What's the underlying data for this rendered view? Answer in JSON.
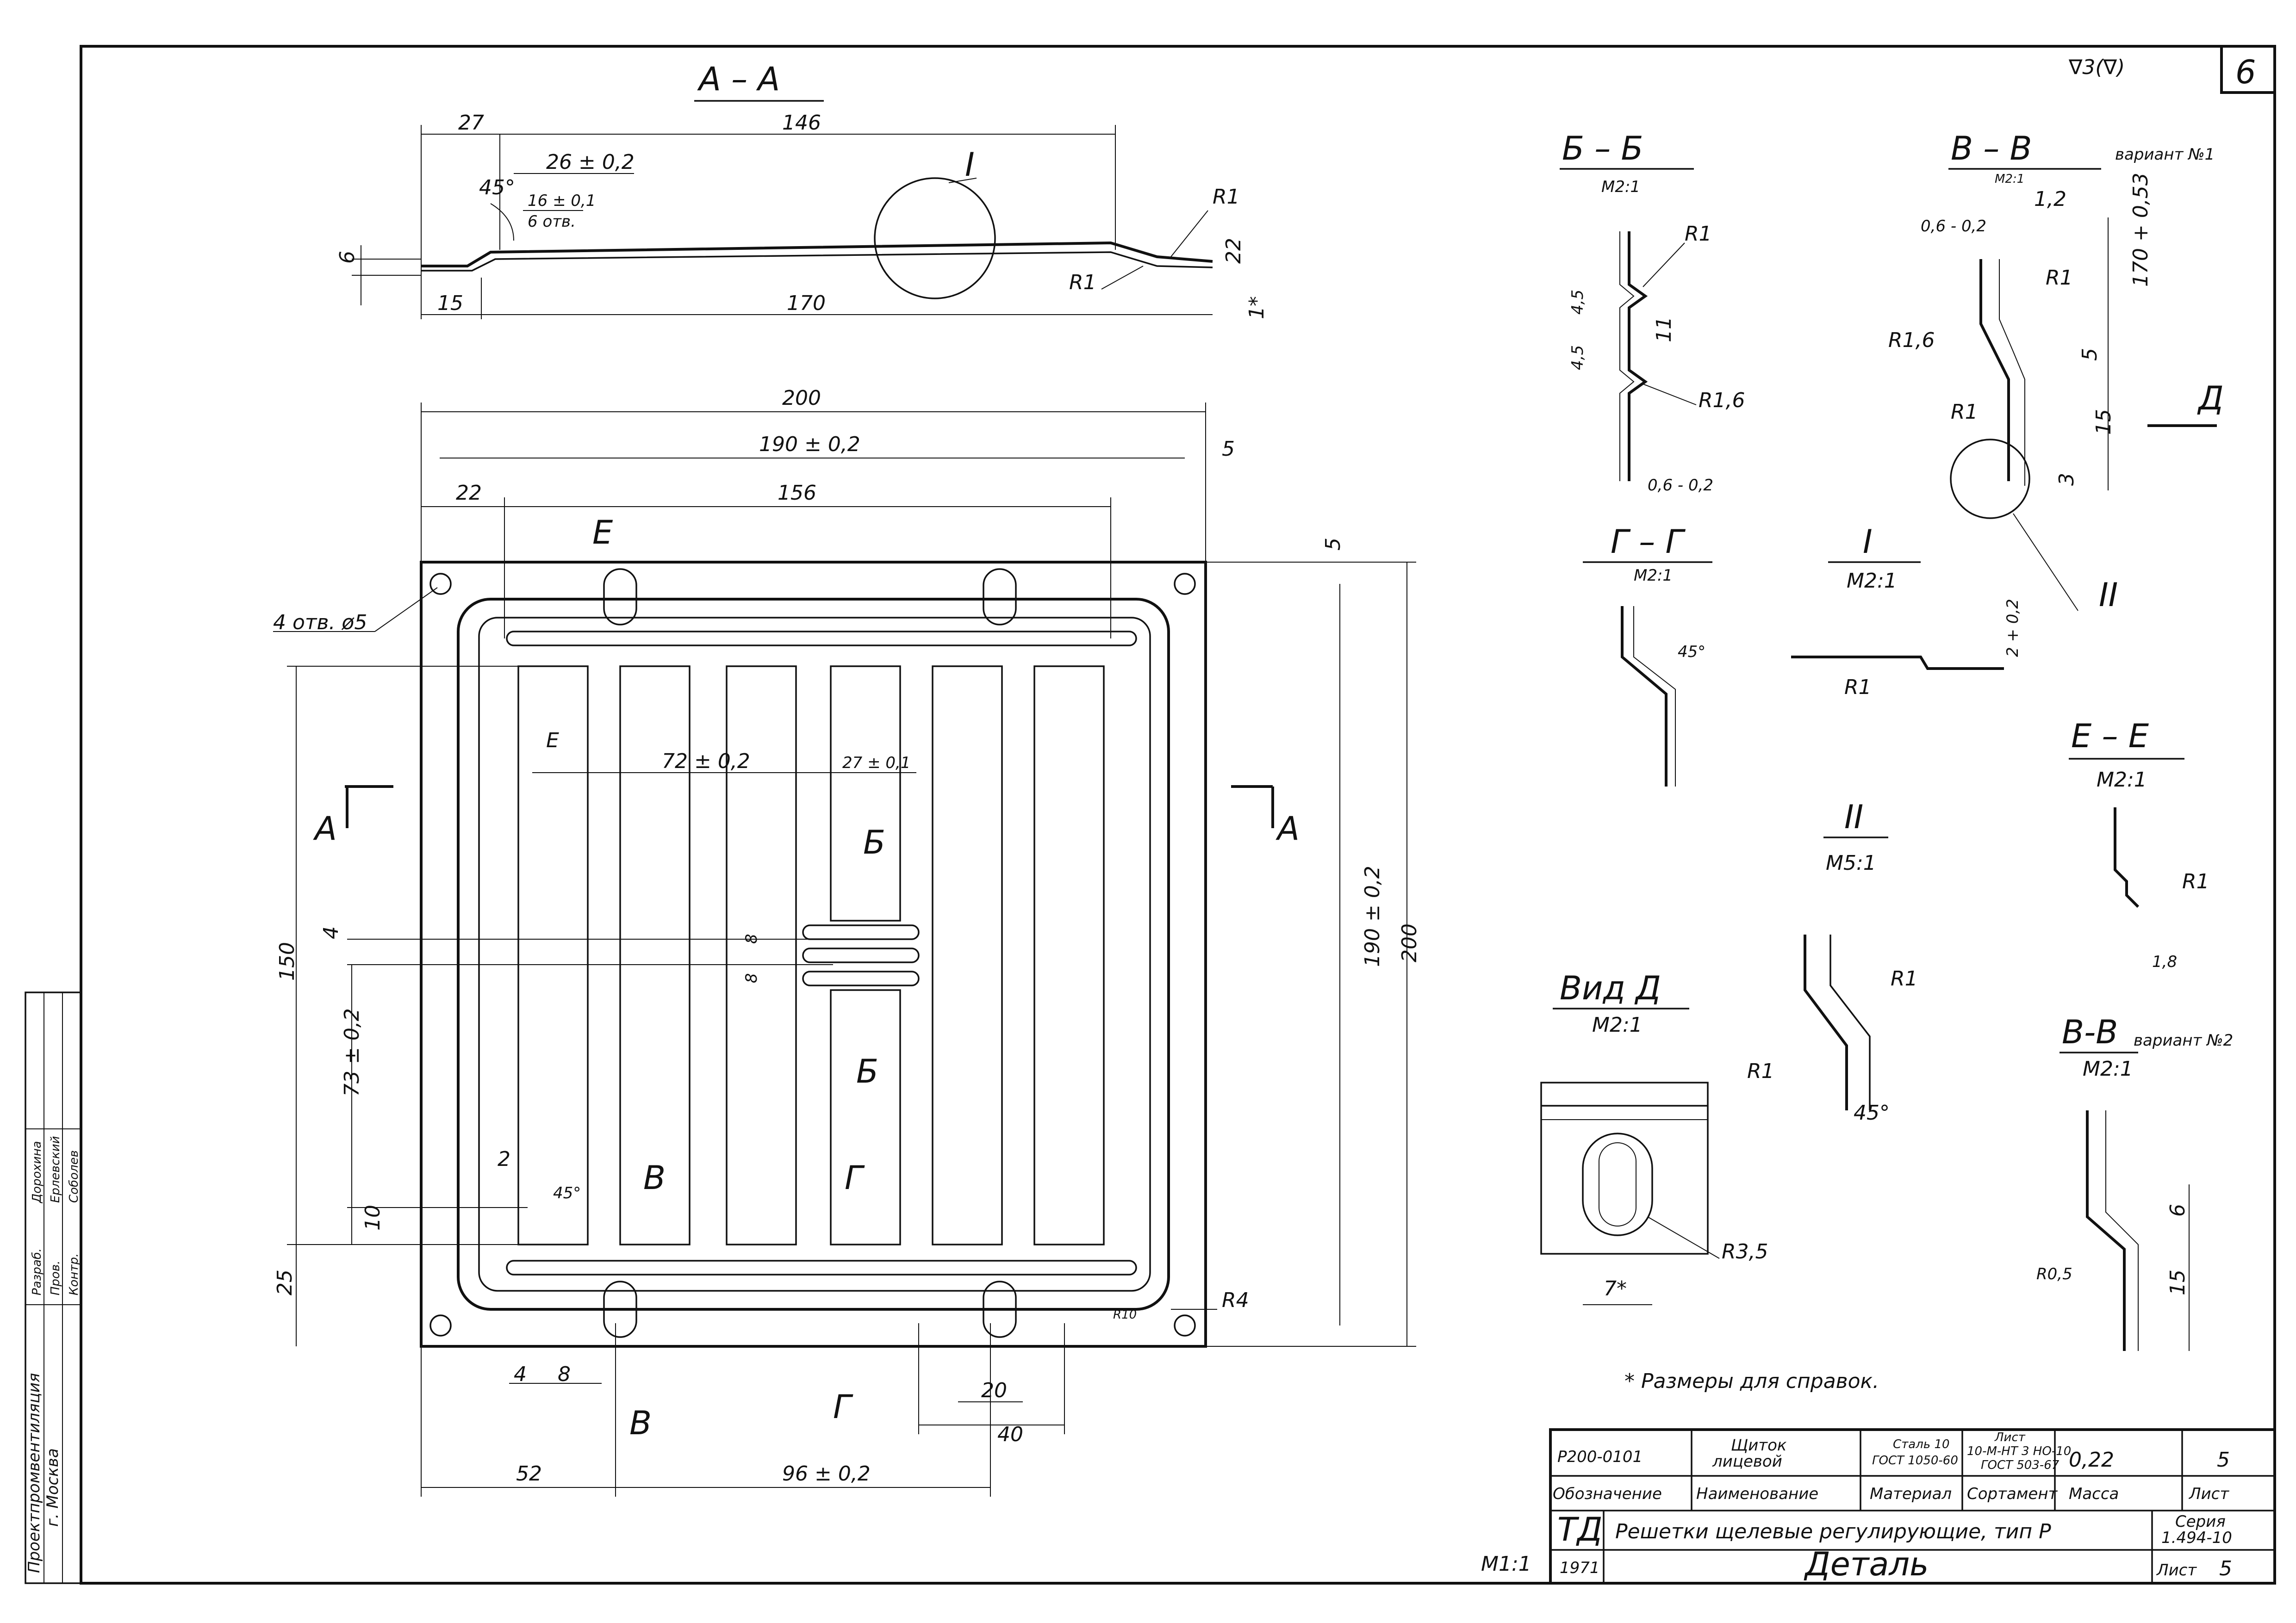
{
  "header": {
    "sheet_number": "6",
    "roughness": "∇3(∇)"
  },
  "views": {
    "section_aa": {
      "title": "А – А",
      "detail_label": "I",
      "dims": [
        "27",
        "146",
        "26 ± 0,2",
        "16 ± 0,1",
        "6 отв.",
        "45°",
        "6",
        "15",
        "170",
        "R1",
        "R1",
        "22",
        "1*"
      ]
    },
    "plan": {
      "dims": [
        "200",
        "190 ± 0,2",
        "5",
        "22",
        "156",
        "5",
        "4 отв. ø5",
        "72 ± 0,2",
        "27 ± 0,1",
        "8",
        "8",
        "4",
        "150",
        "73 ± 0,2",
        "10",
        "25",
        "2",
        "45°",
        "190 ± 0,2",
        "200",
        "R10",
        "R4",
        "4",
        "8",
        "20",
        "40",
        "52",
        "96 ± 0,2"
      ],
      "section_marks": [
        "А",
        "А",
        "Е",
        "Е",
        "Б",
        "Б",
        "В",
        "Г",
        "В",
        "Г"
      ]
    },
    "section_bb": {
      "title": "Б – Б",
      "scale": "М2:1",
      "dims": [
        "R1",
        "4,5",
        "11",
        "4,5",
        "R1,6",
        "0,6 - 0,2"
      ]
    },
    "section_vv1": {
      "title": "В – В",
      "variant": "вариант №1",
      "scale": "М2:1",
      "dims": [
        "0,6 - 0,2",
        "1,2",
        "170 + 0,53",
        "R1",
        "R1,6",
        "5",
        "R1",
        "15",
        "3"
      ],
      "view_arrow": "Д",
      "detail_label": "II"
    },
    "section_gg": {
      "title": "Г – Г",
      "scale": "М2:1",
      "dims": [
        "45°"
      ]
    },
    "detail_1": {
      "title": "I",
      "scale": "М2:1",
      "dims": [
        "R1",
        "2 + 0,2"
      ]
    },
    "section_ee": {
      "title": "Е – Е",
      "scale": "М2:1",
      "dims": [
        "R1",
        "1,8"
      ]
    },
    "detail_2": {
      "title": "II",
      "scale": "М5:1",
      "dims": [
        "R1",
        "R1",
        "45°"
      ]
    },
    "view_d": {
      "title": "Вид Д",
      "scale": "М2:1",
      "dims": [
        "R3,5",
        "7*"
      ]
    },
    "section_vv2": {
      "title": "В-В",
      "variant": "вариант №2",
      "scale": "М2:1",
      "dims": [
        "6",
        "R0,5",
        "15"
      ]
    }
  },
  "notes": {
    "reference": "* Размеры для справок."
  },
  "title_block": {
    "designation": "Р200-0101",
    "name_line1": "Щиток",
    "name_line2": "лицевой",
    "material_line1": "Сталь 10",
    "material_line2": "ГОСТ 1050-60",
    "assortment_line1": "Лист",
    "assortment_line2": "10-М-НТ 3 НО-10",
    "assortment_line3": "ГОСТ 503-67",
    "mass": "0,22",
    "sheet": "5",
    "headers": {
      "designation": "Обозначение",
      "name": "Наименование",
      "material": "Материал",
      "assortment": "Сортамент",
      "mass": "Масса",
      "sheet": "Лист"
    },
    "code": "ТД",
    "title": "Решетки щелевые регулирующие, тип Р",
    "series_line1": "Серия",
    "series_line2": "1.494-10",
    "year": "1971",
    "subtitle": "Деталь",
    "sheet_label": "Лист",
    "sheet_value": "5",
    "scale": "М1:1"
  },
  "stamp": {
    "organization": "Проектпромвентиляция",
    "city": "г. Москва",
    "roles": [
      "Разраб.",
      "Пров.",
      "Контр."
    ],
    "people": [
      "Дорохина",
      "Ерлевский",
      "Соболев"
    ]
  }
}
